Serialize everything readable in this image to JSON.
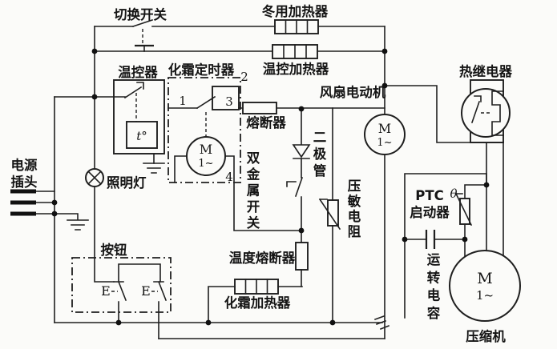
{
  "page": {
    "background": "#fbfbf9",
    "line_color": "#1f1f1f"
  },
  "labels": {
    "toggle_switch": "切换开关",
    "winter_heater": "冬用加热器",
    "thermo_heater": "温控加热器",
    "thermostat": "温控器",
    "defrost_timer": "化霜定时器",
    "thermal_relay": "热继电器",
    "fan_motor": "风扇电动机",
    "fuse": "熔断器",
    "diode": "二极管",
    "power_plug_line1": "电源",
    "power_plug_line2": "插头",
    "lamp": "照明灯",
    "bimetal_switch": "双金属开关",
    "thermal_fuse": "温度熔断器",
    "defrost_heater": "化霜加热器",
    "varistor": "压敏电阻",
    "ptc_line1": "PTC",
    "ptc_line2": "启动器",
    "run_capacitor": "运转电容",
    "compressor": "压缩机",
    "push_button": "按钮"
  },
  "terminals": {
    "t1": "1",
    "t2": "2",
    "t3": "3",
    "t4": "4"
  },
  "symbols": {
    "temperature_sensor": "t°",
    "theta": "θ",
    "motor": "M",
    "phase": "1~",
    "actuator": "E"
  }
}
